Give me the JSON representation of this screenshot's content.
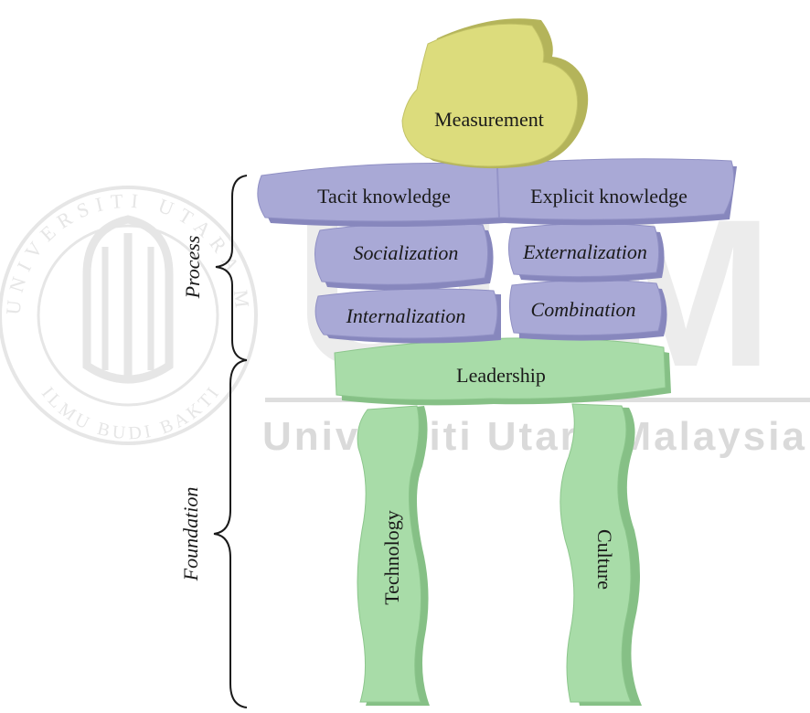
{
  "watermark": {
    "wordmark": "UUM",
    "university_name": "Universiti Utara Malaysia",
    "seal_ring_text_top": "UNIVERSITI UTARA MALAYSIA",
    "seal_ring_text_bottom": "ILMU BUDI BAKTI"
  },
  "diagram": {
    "top_stone": {
      "label": "Measurement"
    },
    "upper_slab": {
      "left_label": "Tacit knowledge",
      "right_label": "Explicit knowledge"
    },
    "process_stones": [
      {
        "id": "socialization",
        "label": "Socialization"
      },
      {
        "id": "externalization",
        "label": "Externalization"
      },
      {
        "id": "internalization",
        "label": "Internalization"
      },
      {
        "id": "combination",
        "label": "Combination"
      }
    ],
    "base_slab": {
      "label": "Leadership"
    },
    "pillars": [
      {
        "id": "technology",
        "label": "Technology"
      },
      {
        "id": "culture",
        "label": "Culture"
      }
    ],
    "brackets": {
      "process": "Process",
      "foundation": "Foundation"
    }
  },
  "colors": {
    "measurement_fill": "#dcdc7c",
    "measurement_side": "#b4b45a",
    "process_fill": "#a9a9d6",
    "process_side": "#8787bd",
    "foundation_fill": "#a8dca8",
    "foundation_side": "#86c086",
    "watermark": "#e4e4e4"
  }
}
